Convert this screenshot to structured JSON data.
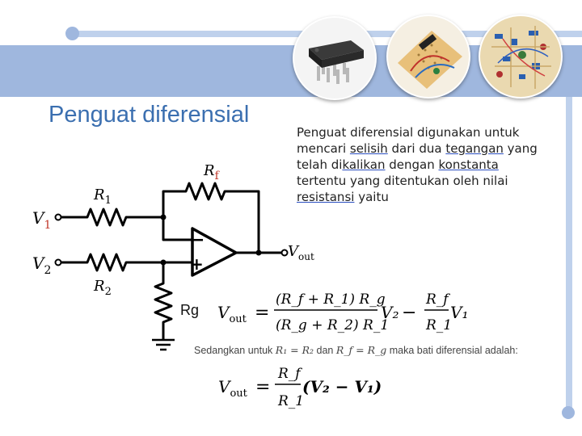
{
  "slide": {
    "title": "Penguat diferensial",
    "description": {
      "p1": "Penguat diferensial digunakan untuk mencari ",
      "l1": "selisih",
      "p2": " dari dua ",
      "l2": "tegangan",
      "p3": " yang telah di",
      "l3": "kalikan",
      "p4": " dengan ",
      "l4": "konstanta",
      "p5": " tertentu yang ditentukan oleh nilai ",
      "l5": "resistansi",
      "p6": " yaitu"
    },
    "circuit": {
      "rf": "R",
      "rf_sub": "f",
      "r1": "R",
      "r1_sub": "1",
      "r2": "R",
      "r2_sub": "2",
      "v1": "V",
      "v1_sub": "1",
      "v2": "V",
      "v2_sub": "2",
      "vout": "V",
      "vout_sub": "out",
      "minus": "−",
      "plus": "+",
      "rg": "Rg"
    },
    "note": {
      "prefix": "Sedangkan untuk ",
      "cond1": "R₁ = R₂",
      "mid": " dan ",
      "cond2": "R_f = R_g",
      "suffix": " maka bati diferensial adalah:"
    },
    "formula1": {
      "lhs": "V",
      "lhs_sub": "out",
      "eq": "=",
      "num": "(R_f + R_1) R_g",
      "den": "(R_g + R_2) R_1",
      "v2": "V₂",
      "minus": "−",
      "frac2_num": "R_f",
      "frac2_den": "R_1",
      "v1": "V₁"
    },
    "formula2": {
      "lhs": "V",
      "lhs_sub": "out",
      "eq": "=",
      "num": "R_f",
      "den": "R_1",
      "expr": "(V₂ − V₁)"
    },
    "photos": [
      "ic-chip-photo",
      "breadboard-photo",
      "circuit-board-photo"
    ]
  }
}
